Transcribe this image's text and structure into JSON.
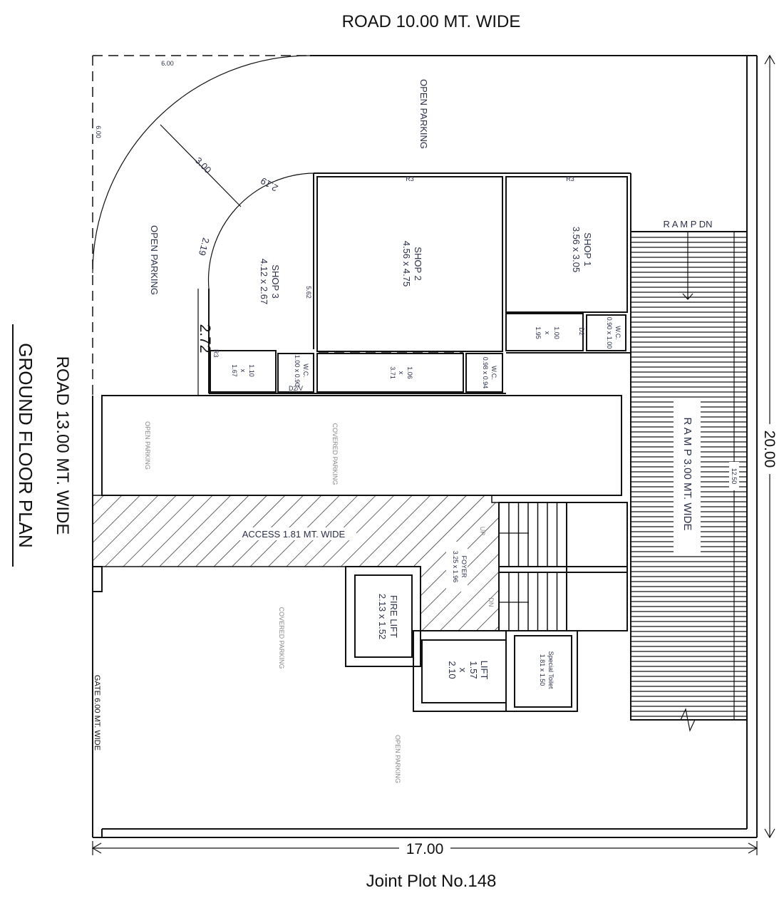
{
  "title": {
    "top_road": "ROAD 10.00 MT. WIDE",
    "left_road": "ROAD 13.00 MT. WIDE",
    "plan": "GROUND FLOOR PLAN",
    "plot": "Joint Plot No.148"
  },
  "dimensions": {
    "width": "17.00",
    "height": "20.00",
    "corner_top": "6.00",
    "corner_left": "6.00",
    "radius": "3.00",
    "arc1": "2.19",
    "arc2": "2.19",
    "side": "2.72",
    "wall": "5.62",
    "ramp_len": "12.50"
  },
  "rooms": {
    "shop1": {
      "name": "SHOP 1",
      "size": "3.56 x 3.05",
      "tag": "R3"
    },
    "shop2": {
      "name": "SHOP 2",
      "size": "4.56 x 4.75",
      "tag": "R3"
    },
    "shop3": {
      "name": "SHOP 3",
      "size": "4.12 x 2.67",
      "tag": "R3"
    },
    "shop1_back": {
      "a": "1.00",
      "x": "x",
      "b": "1.95",
      "door": "D2"
    },
    "shop1_wc": {
      "name": "W.C.",
      "size": "0.90 x 1.00"
    },
    "shop2_back": {
      "a": "1.06",
      "x": "x",
      "b": "3.71"
    },
    "shop2_wc": {
      "name": "W.C.",
      "size": "0.98 x 0.94"
    },
    "shop3_back": {
      "a": "1.10",
      "x": "x",
      "b": "1.67"
    },
    "shop3_wc": {
      "name": "W.C.",
      "size": "1.00 x 0.90",
      "door": "D2/V"
    },
    "foyer": {
      "name": "FOYER",
      "size": "3.25 x 1.96",
      "up": "UP",
      "dn": "DN"
    },
    "fire_lift": {
      "name": "FIRE LIFT",
      "size": "2.13 x 1.52"
    },
    "lift": {
      "name": "LIFT",
      "a": "1.57",
      "x": "x",
      "b": "2.10"
    },
    "toilet": {
      "name": "Special Toilet",
      "size": "1.81 x 1.50"
    }
  },
  "areas": {
    "open_parking_top": "OPEN PARKING",
    "open_parking_left": "OPEN PARKING",
    "open_parking_band": "OPEN PARKING",
    "covered_parking_band": "COVERED PARKING",
    "covered_parking_low": "COVERED PARKING",
    "open_parking_low": "OPEN PARKING",
    "access": "ACCESS 1.81 MT. WIDE",
    "ramp_dn": "R A M P DN",
    "ramp": "R A M P 3.00 MT. WIDE",
    "gate": "GATE 6.00 MT. WIDE"
  }
}
